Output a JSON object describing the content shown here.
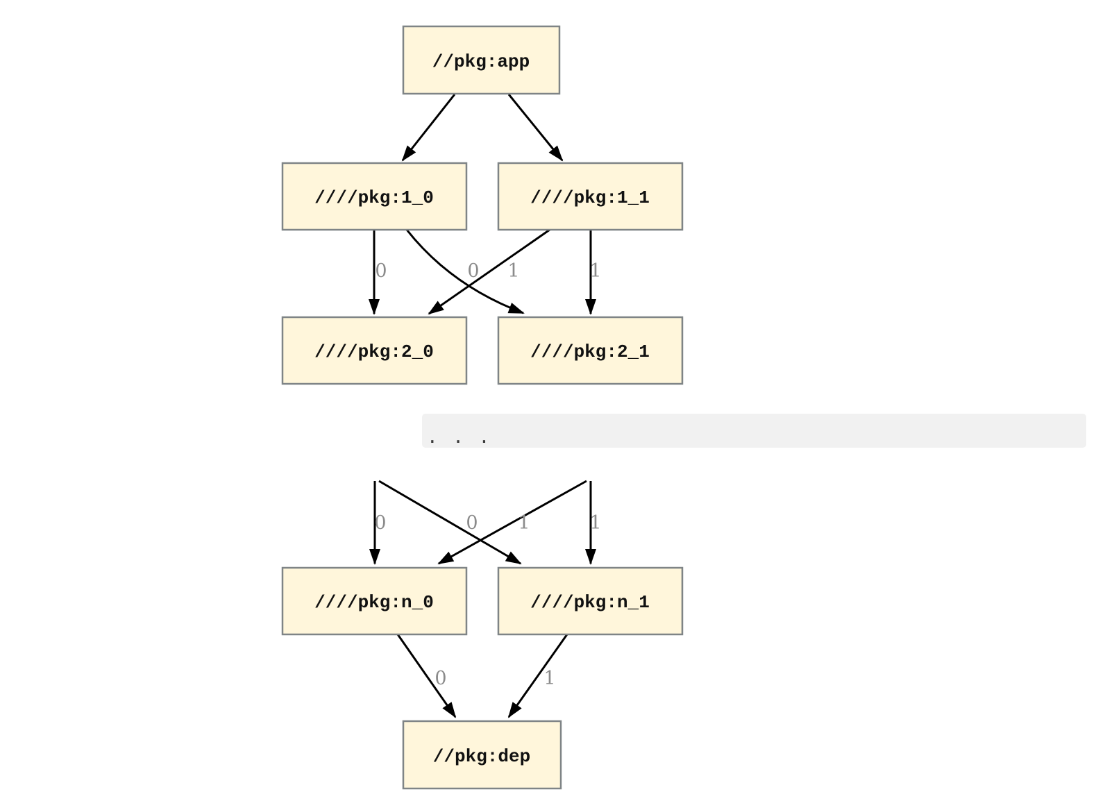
{
  "colors": {
    "background": "#ffffff",
    "node_fill": "#fff6db",
    "node_border": "#7f8486",
    "edge": "#000000",
    "edge_label": "#8b8b8b",
    "ellipsis_band_bg": "#f1f1f1",
    "ellipsis_dots": "#3b3b3b"
  },
  "graph": {
    "type": "directed-dependency-graph",
    "nodes": {
      "app": {
        "label": "//pkg:app"
      },
      "v1_0": {
        "label": "////pkg:1_0"
      },
      "v1_1": {
        "label": "////pkg:1_1"
      },
      "v2_0": {
        "label": "////pkg:2_0"
      },
      "v2_1": {
        "label": "////pkg:2_1"
      },
      "vn_0": {
        "label": "////pkg:n_0"
      },
      "vn_1": {
        "label": "////pkg:n_1"
      },
      "dep": {
        "label": "//pkg:dep"
      }
    },
    "ellipsis": ". . .",
    "edges": {
      "e_app_1_0": {
        "from": "app",
        "to": "v1_0",
        "label": ""
      },
      "e_app_1_1": {
        "from": "app",
        "to": "v1_1",
        "label": ""
      },
      "e_1_0_2_0": {
        "from": "v1_0",
        "to": "v2_0",
        "label": "0"
      },
      "e_1_0_2_1": {
        "from": "v1_0",
        "to": "v2_1",
        "label": "0"
      },
      "e_1_1_2_0": {
        "from": "v1_1",
        "to": "v2_0",
        "label": "1"
      },
      "e_1_1_2_1": {
        "from": "v1_1",
        "to": "v2_1",
        "label": "1"
      },
      "e_h0_n_0": {
        "from": "elided",
        "to": "vn_0",
        "label": "0"
      },
      "e_h0_n_1": {
        "from": "elided",
        "to": "vn_1",
        "label": "0"
      },
      "e_h1_n_0": {
        "from": "elided",
        "to": "vn_0",
        "label": "1"
      },
      "e_h1_n_1": {
        "from": "elided",
        "to": "vn_1",
        "label": "1"
      },
      "e_n_0_dep": {
        "from": "vn_0",
        "to": "dep",
        "label": "0"
      },
      "e_n_1_dep": {
        "from": "vn_1",
        "to": "dep",
        "label": "1"
      }
    }
  }
}
